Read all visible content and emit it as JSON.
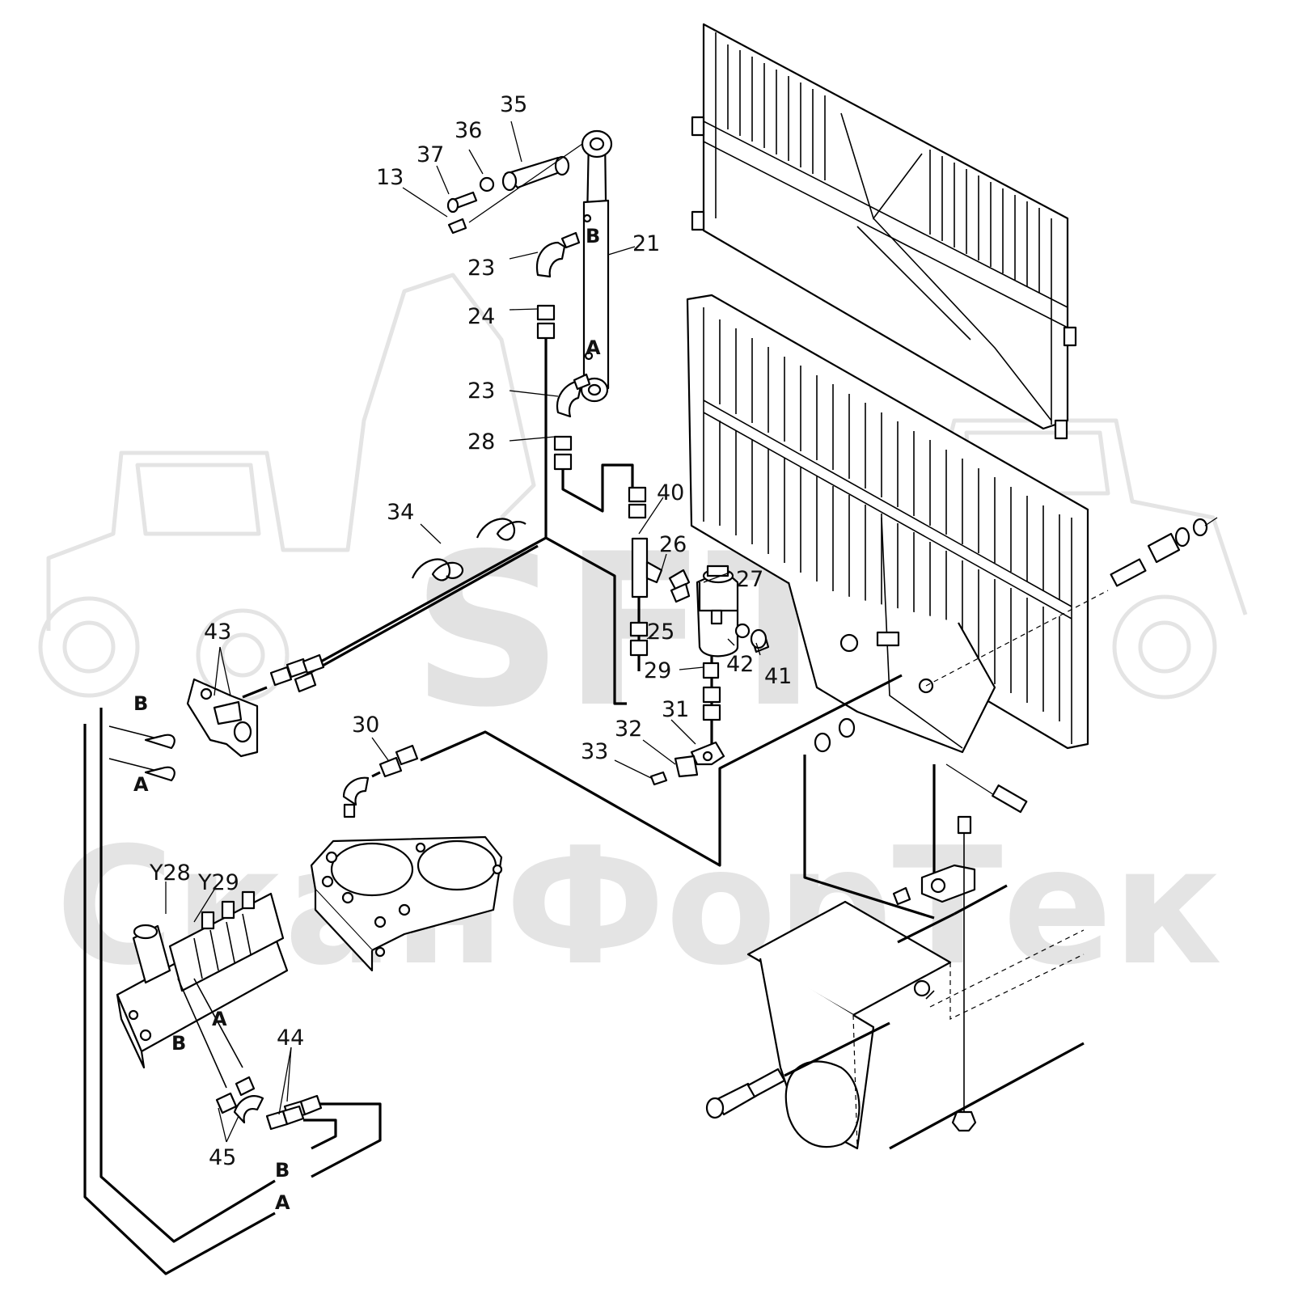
{
  "watermark": {
    "logo_text": "SFT",
    "company_text": "СканФорТек"
  },
  "labels": [
    {
      "id": "13",
      "text": "13"
    },
    {
      "id": "37",
      "text": "37"
    },
    {
      "id": "36",
      "text": "36"
    },
    {
      "id": "35",
      "text": "35"
    },
    {
      "id": "21",
      "text": "21"
    },
    {
      "id": "23a",
      "text": "23"
    },
    {
      "id": "24",
      "text": "24"
    },
    {
      "id": "23b",
      "text": "23"
    },
    {
      "id": "28",
      "text": "28"
    },
    {
      "id": "40",
      "text": "40"
    },
    {
      "id": "34",
      "text": "34"
    },
    {
      "id": "26",
      "text": "26"
    },
    {
      "id": "27",
      "text": "27"
    },
    {
      "id": "25",
      "text": "25"
    },
    {
      "id": "43",
      "text": "43"
    },
    {
      "id": "42",
      "text": "42"
    },
    {
      "id": "41",
      "text": "41"
    },
    {
      "id": "29",
      "text": "29"
    },
    {
      "id": "31",
      "text": "31"
    },
    {
      "id": "32",
      "text": "32"
    },
    {
      "id": "33",
      "text": "33"
    },
    {
      "id": "30",
      "text": "30"
    },
    {
      "id": "y28",
      "text": "Y28"
    },
    {
      "id": "y29",
      "text": "Y29"
    },
    {
      "id": "44",
      "text": "44"
    },
    {
      "id": "45",
      "text": "45"
    }
  ],
  "ports": [
    {
      "id": "cyl_b",
      "text": "B"
    },
    {
      "id": "cyl_a",
      "text": "A"
    },
    {
      "id": "left_b",
      "text": "B"
    },
    {
      "id": "left_a",
      "text": "A"
    },
    {
      "id": "valve_a",
      "text": "A"
    },
    {
      "id": "valve_b",
      "text": "B"
    },
    {
      "id": "bottom_b",
      "text": "B"
    },
    {
      "id": "bottom_a",
      "text": "A"
    }
  ]
}
